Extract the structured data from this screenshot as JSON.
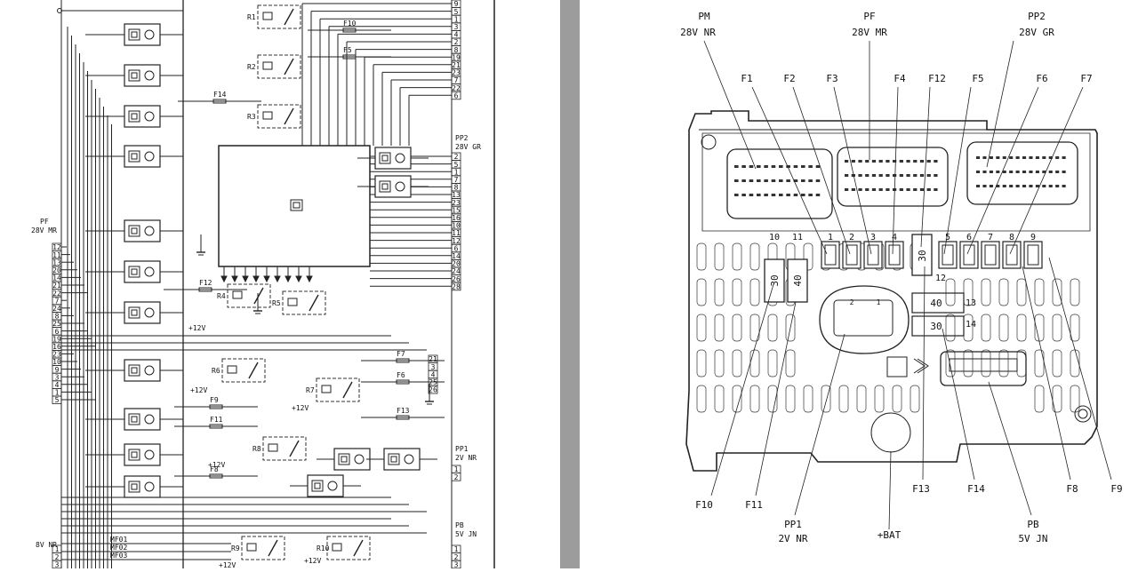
{
  "left_page": {
    "relays": [
      "R1",
      "R2",
      "R3",
      "R4",
      "R5",
      "R6",
      "R7",
      "R8",
      "R9",
      "R10"
    ],
    "fuses": [
      "F10",
      "F5",
      "F14",
      "F12",
      "F7",
      "F6",
      "F9",
      "F11",
      "F13",
      "F8"
    ],
    "supply": "+12V",
    "connectors": {
      "pp2": {
        "name": "PP2",
        "sub": "28V GR"
      },
      "pf": {
        "name": "PF",
        "sub": "28V MR"
      },
      "pp1": {
        "name": "PP1",
        "sub": "2V NR"
      },
      "pb": {
        "name": "PB",
        "sub": "5V JN"
      },
      "bottom": {
        "sub": "8V NR"
      }
    },
    "mf_labels": [
      "MF01",
      "MF02",
      "MF03"
    ],
    "top_pins": [
      "9",
      "5",
      "1",
      "3",
      "4",
      "2",
      "8",
      "19",
      "21",
      "23",
      "7",
      "22",
      "6"
    ],
    "pp2_pins": [
      "2",
      "5",
      "1",
      "7",
      "8",
      "13",
      "23",
      "15",
      "16",
      "10",
      "11",
      "12",
      "6",
      "14",
      "20",
      "24",
      "26",
      "28"
    ],
    "pp1_pins": [
      "1",
      "2"
    ],
    "pb_pins": [
      "1",
      "2",
      "3"
    ],
    "pf_pins": [
      "12",
      "11",
      "13",
      "20",
      "14",
      "21",
      "22",
      "7",
      "24",
      "8",
      "25",
      "6",
      "19",
      "16",
      "23",
      "10",
      "9",
      "3",
      "4",
      "1",
      "5"
    ],
    "bottom_pins": [
      "1",
      "2",
      "3"
    ],
    "right_pins_mid": [
      "21",
      "3",
      "4",
      "25",
      "26"
    ]
  },
  "right_page": {
    "connector_labels": [
      {
        "name": "PM",
        "sub": "28V NR"
      },
      {
        "name": "PF",
        "sub": "28V MR"
      },
      {
        "name": "PP2",
        "sub": "28V GR"
      }
    ],
    "fuse_callouts_top": [
      "F1",
      "F2",
      "F3",
      "F4",
      "F12",
      "F5",
      "F6",
      "F7"
    ],
    "fuse_slot_numbers": [
      "1",
      "2",
      "3",
      "4",
      "5",
      "6",
      "7",
      "8",
      "9",
      "10",
      "11",
      "12",
      "13",
      "14"
    ],
    "fuse_ratings": {
      "f10": "30",
      "f11": "40",
      "f12": "30",
      "f13": "40",
      "f14": "30"
    },
    "relay_pins": [
      "2",
      "1"
    ],
    "bottom_labels": [
      {
        "name": "F10",
        "sub": ""
      },
      {
        "name": "F11",
        "sub": ""
      },
      {
        "name": "PP1",
        "sub": "2V NR"
      },
      {
        "name": "+BAT",
        "sub": ""
      },
      {
        "name": "F13",
        "sub": ""
      },
      {
        "name": "F14",
        "sub": ""
      },
      {
        "name": "PB",
        "sub": "5V JN"
      },
      {
        "name": "F8",
        "sub": ""
      },
      {
        "name": "F9",
        "sub": ""
      }
    ]
  }
}
